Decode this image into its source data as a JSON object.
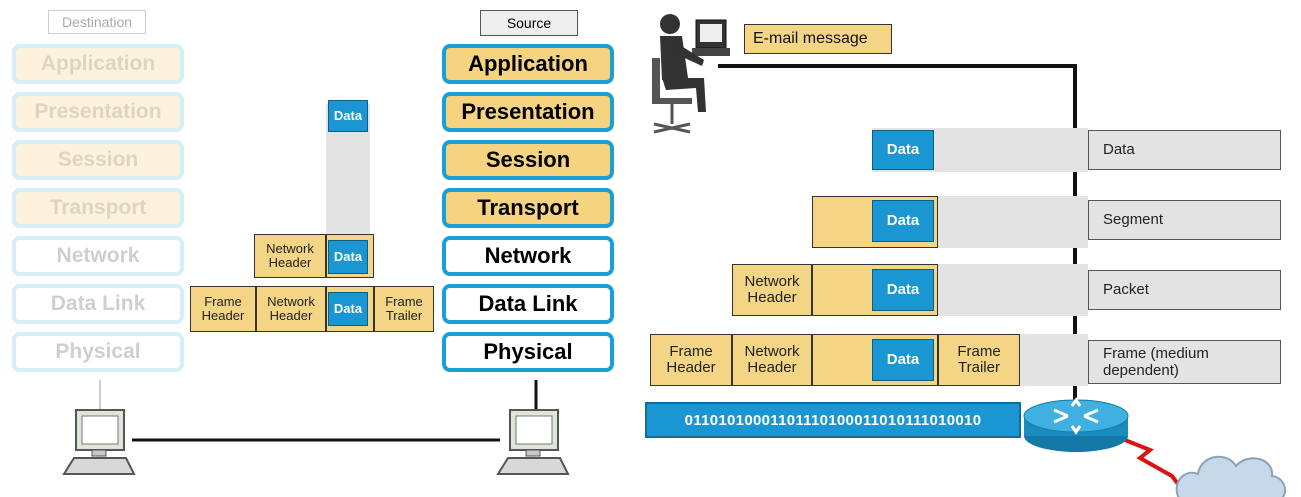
{
  "destination": {
    "caption": "Destination",
    "layers": [
      "Application",
      "Presentation",
      "Session",
      "Transport",
      "Network",
      "Data Link",
      "Physical"
    ]
  },
  "source": {
    "caption": "Source",
    "layers": [
      "Application",
      "Presentation",
      "Session",
      "Transport",
      "Network",
      "Data Link",
      "Physical"
    ]
  },
  "middle": {
    "data1": "Data",
    "net_header": "Network Header",
    "data2": "Data",
    "frame_header": "Frame Header",
    "net_header2": "Network Header",
    "data3": "Data",
    "frame_trailer": "Frame Trailer"
  },
  "right": {
    "email": "E-mail message",
    "rows": [
      {
        "label": "Data",
        "data": "Data"
      },
      {
        "label": "Segment",
        "data": "Data"
      },
      {
        "label": "Packet",
        "data": "Data",
        "network_header": "Network Header"
      },
      {
        "label": "Frame (medium dependent)",
        "data": "Data",
        "network_header": "Network Header",
        "frame_header": "Frame Header",
        "frame_trailer": "Frame Trailer"
      }
    ],
    "binary": "01101010001101110100011010111010010"
  },
  "colors": {
    "blue": "#1a96d2",
    "tan": "#f3d585",
    "border_blue": "#1aa0d6"
  }
}
